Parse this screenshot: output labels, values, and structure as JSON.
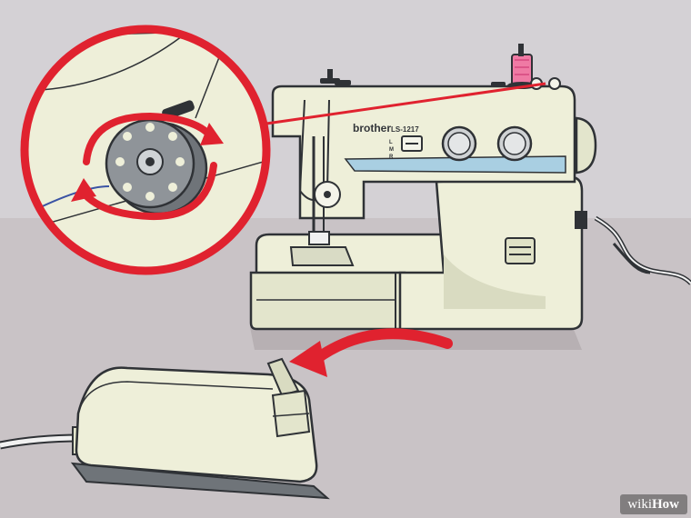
{
  "image": {
    "subject": "sewing-machine",
    "palette": {
      "background_wall": "#d2cfd3",
      "floor": "#c9c2c5",
      "machine_body": "#eeefd9",
      "machine_shadow": "#d9dbc1",
      "outline": "#2f3236",
      "accent_red": "#e0222f",
      "stripe_blue": "#a9cfe2",
      "thread_pink": "#ef7aa4",
      "bobbin_grey": "#8f9499"
    }
  },
  "machine": {
    "brand": "brother",
    "model": "LS-1217",
    "mode_label_l": "L",
    "mode_label_m": "M",
    "mode_label_r": "R",
    "icons": [
      "thread-spool-icon",
      "bobbin-icon",
      "rotate-arrows-icon",
      "curved-arrow-icon",
      "foot-pedal-icon"
    ]
  },
  "watermark": {
    "part1": "wiki",
    "part2": "How"
  }
}
